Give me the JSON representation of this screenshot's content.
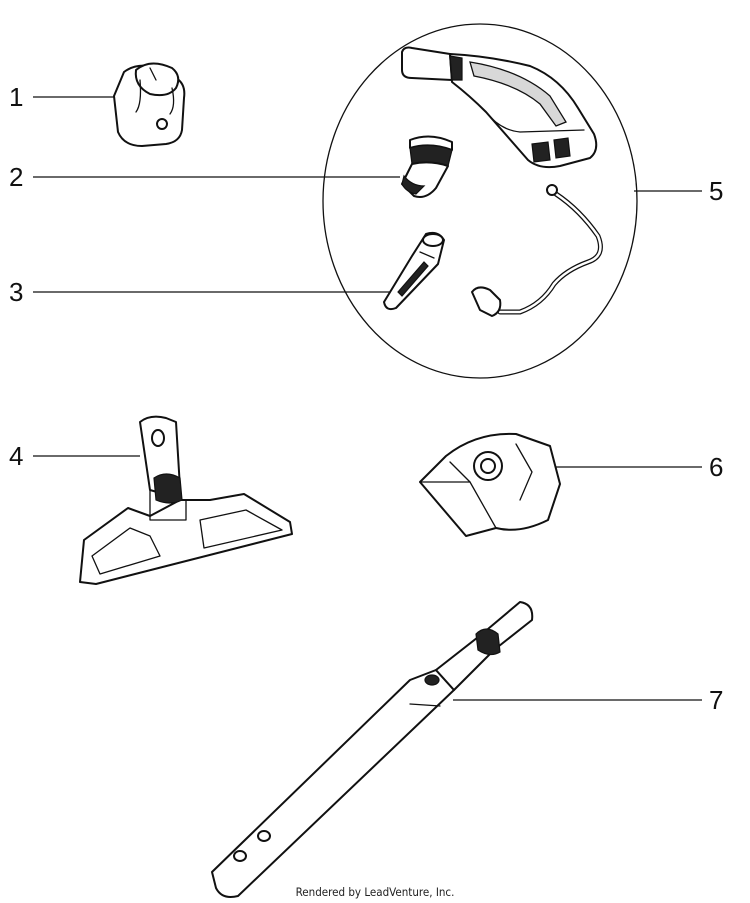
{
  "callouts": [
    {
      "label": "1"
    },
    {
      "label": "2"
    },
    {
      "label": "3"
    },
    {
      "label": "4"
    },
    {
      "label": "5"
    },
    {
      "label": "6"
    },
    {
      "label": "7"
    }
  ],
  "footer": {
    "text": "Rendered by LeadVenture, Inc."
  }
}
